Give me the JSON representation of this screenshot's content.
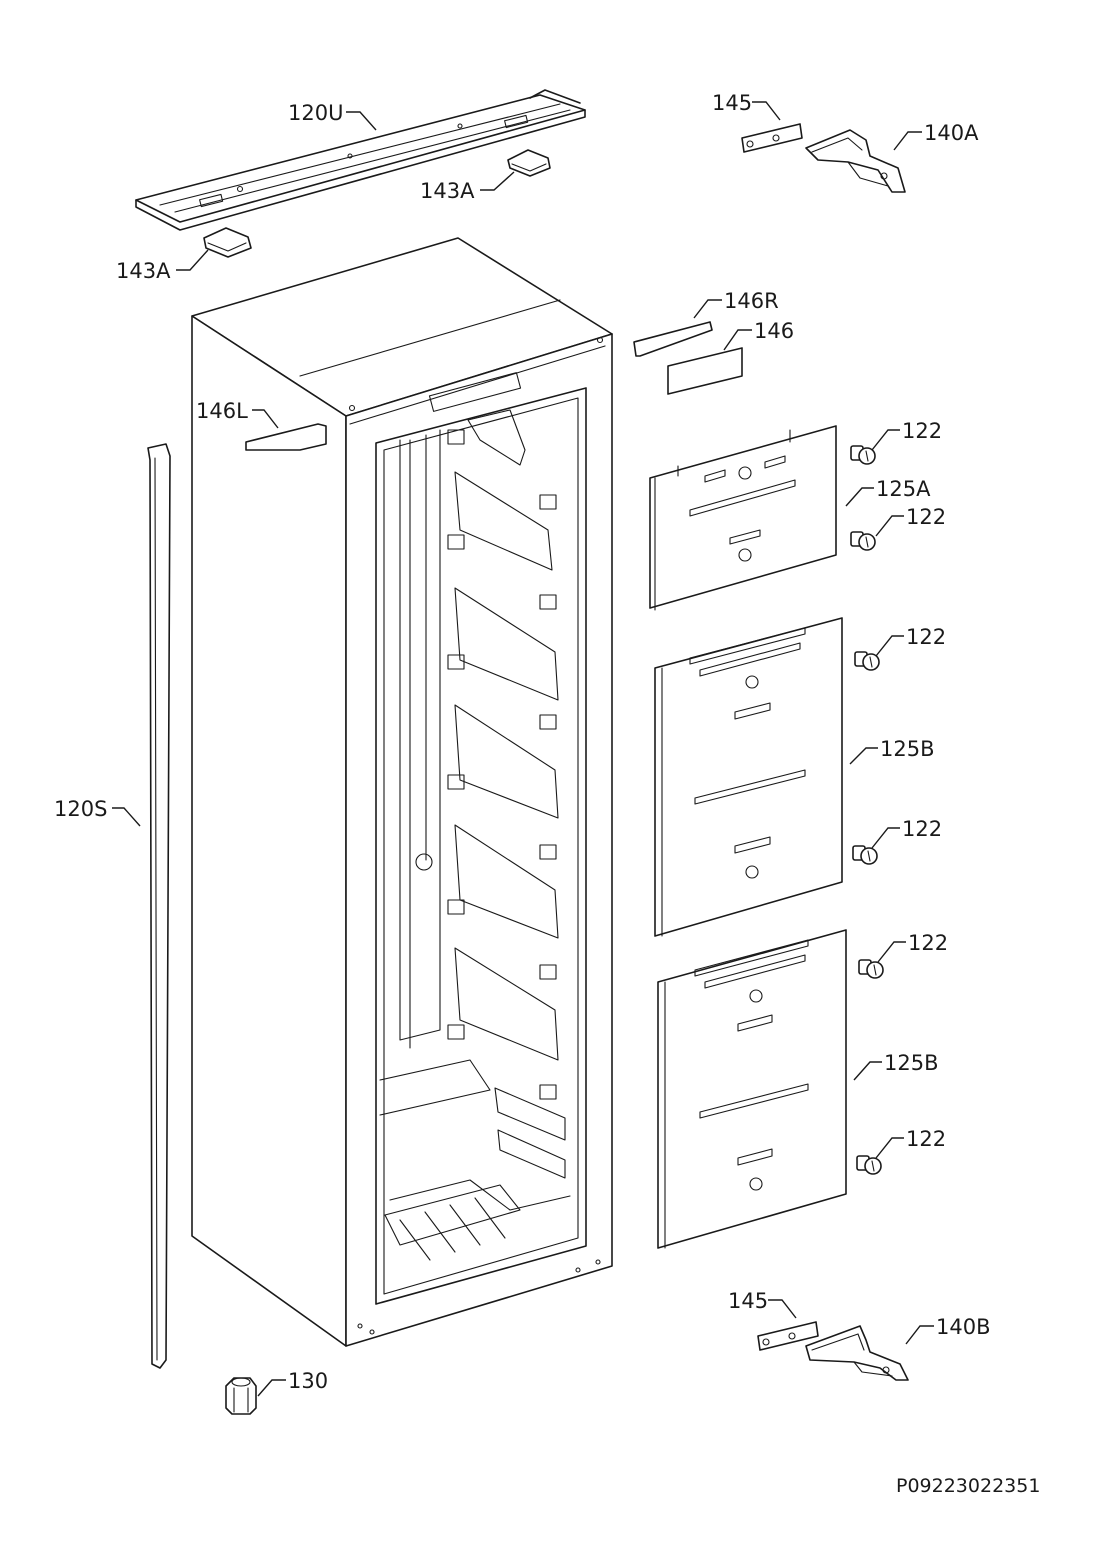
{
  "diagram": {
    "labels": {
      "l120U": "120U",
      "l143A_top": "143A",
      "l143A_left": "143A",
      "l145_top": "145",
      "l140A": "140A",
      "l146R": "146R",
      "l146": "146",
      "l146L": "146L",
      "l122_1": "122",
      "l125A": "125A",
      "l122_2": "122",
      "l122_3": "122",
      "l125B_1": "125B",
      "l120S": "120S",
      "l122_4": "122",
      "l122_5": "122",
      "l125B_2": "125B",
      "l122_6": "122",
      "l145_bottom": "145",
      "l140B": "140B",
      "l130": "130"
    },
    "document_code": "P09223022351"
  }
}
